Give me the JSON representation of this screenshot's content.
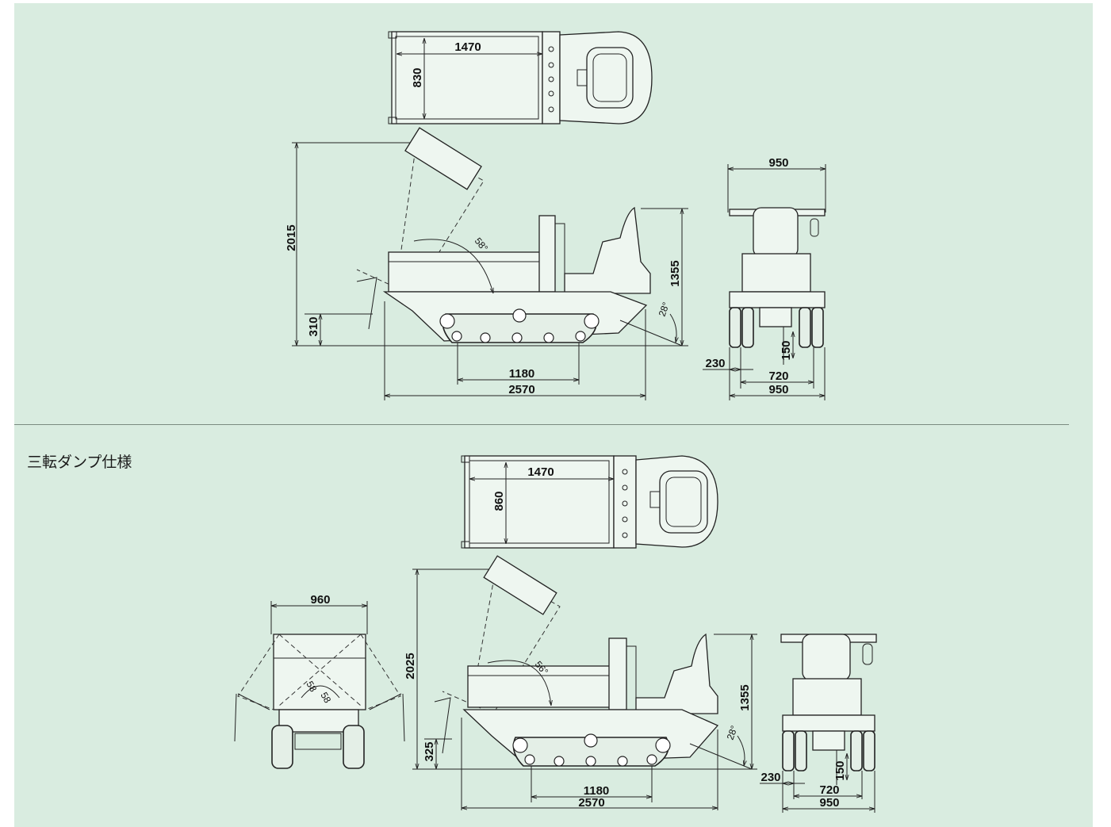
{
  "section_title": "三転ダンプ仕様",
  "colors": {
    "panel_bg": "#d9ece0",
    "line": "#222222"
  },
  "standard": {
    "top": {
      "length": "1470",
      "width": "830"
    },
    "side": {
      "height_raised": "2015",
      "height_seat": "1355",
      "dump_angle": "58°",
      "climb_angle": "28°",
      "bed_height": "310",
      "track_center": "1180",
      "total_length": "2570"
    },
    "rear": {
      "width_top": "950",
      "clearance": "150",
      "track_width": "230",
      "track_gauge": "720",
      "width_bottom": "950"
    }
  },
  "three_way": {
    "top": {
      "length": "1470",
      "width": "860"
    },
    "rear_dump": {
      "width": "960",
      "angle_left": "58",
      "angle_right": "58"
    },
    "side": {
      "height_raised": "2025",
      "height_seat": "1355",
      "dump_angle": "56°",
      "climb_angle": "28°",
      "bed_height": "325",
      "track_center": "1180",
      "total_length": "2570"
    },
    "rear": {
      "clearance": "150",
      "track_width": "230",
      "track_gauge": "720",
      "width_bottom": "950"
    }
  }
}
